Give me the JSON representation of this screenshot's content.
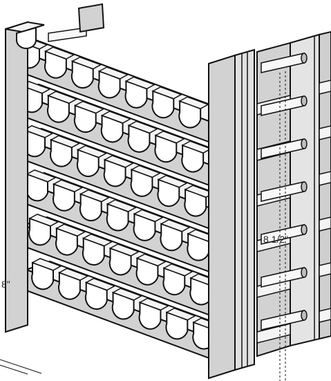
{
  "diagram": {
    "subject": "wine-rack",
    "rows": 6,
    "cradles_per_row": 7,
    "colors": {
      "rail_face": "#d2d2d2",
      "rail_top": "#f4f4f4",
      "cradle": "#ffffff",
      "edge": "#111111",
      "dowel": "#f8f8f8",
      "dowel_end": "#bdbdbd",
      "background": "#ffffff"
    }
  },
  "dimensions": {
    "spacing_label": "8 1/2\"",
    "left_label": "8\""
  }
}
